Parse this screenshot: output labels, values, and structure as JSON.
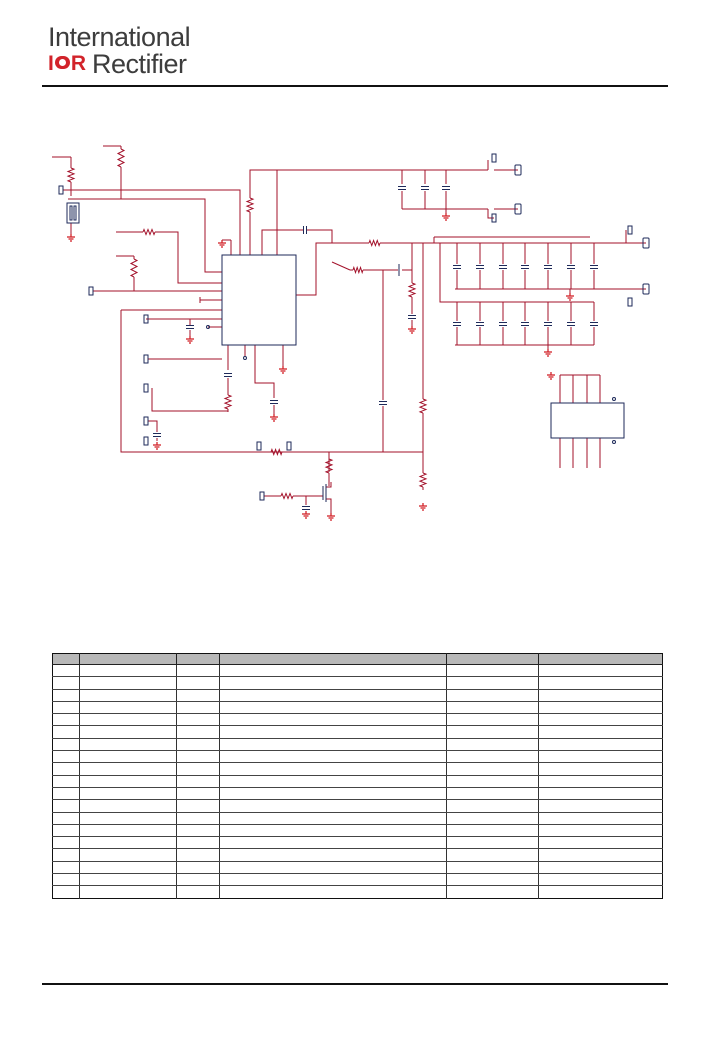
{
  "header": {
    "logo_line1": "International",
    "logo_mark_left": "I",
    "logo_mark_right": "R",
    "logo_line2": "Rectifier"
  },
  "colors": {
    "brand_red": "#d2232a",
    "wire": "#a3112a",
    "part": "#1e2a5a",
    "table_header": "#b8b8b8"
  },
  "table": {
    "columns": [
      "",
      "",
      "",
      "",
      "",
      ""
    ],
    "rows": [
      [
        "",
        "",
        "",
        "",
        "",
        ""
      ],
      [
        "",
        "",
        "",
        "",
        "",
        ""
      ],
      [
        "",
        "",
        "",
        "",
        "",
        ""
      ],
      [
        "",
        "",
        "",
        "",
        "",
        ""
      ],
      [
        "",
        "",
        "",
        "",
        "",
        ""
      ],
      [
        "",
        "",
        "",
        "",
        "",
        ""
      ],
      [
        "",
        "",
        "",
        "",
        "",
        ""
      ],
      [
        "",
        "",
        "",
        "",
        "",
        ""
      ],
      [
        "",
        "",
        "",
        "",
        "",
        ""
      ],
      [
        "",
        "",
        "",
        "",
        "",
        ""
      ],
      [
        "",
        "",
        "",
        "",
        "",
        ""
      ],
      [
        "",
        "",
        "",
        "",
        "",
        ""
      ],
      [
        "",
        "",
        "",
        "",
        "",
        ""
      ],
      [
        "",
        "",
        "",
        "",
        "",
        ""
      ],
      [
        "",
        "",
        "",
        "",
        "",
        ""
      ],
      [
        "",
        "",
        "",
        "",
        "",
        ""
      ],
      [
        "",
        "",
        "",
        "",
        "",
        ""
      ],
      [
        "",
        "",
        "",
        "",
        "",
        ""
      ],
      [
        "",
        "",
        "",
        "",
        "",
        ""
      ]
    ]
  }
}
